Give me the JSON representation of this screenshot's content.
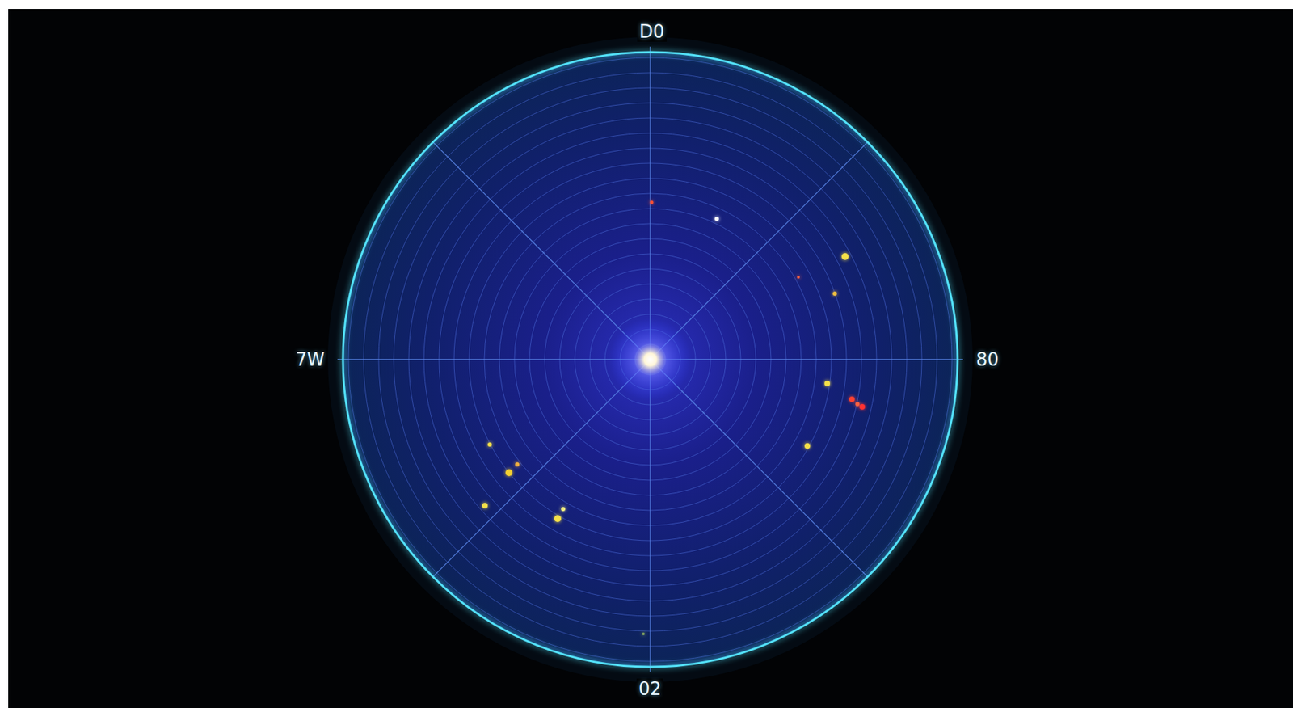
{
  "diagram": {
    "labels": [
      "D0",
      "7W",
      "80",
      "02"
    ]
  }
}
